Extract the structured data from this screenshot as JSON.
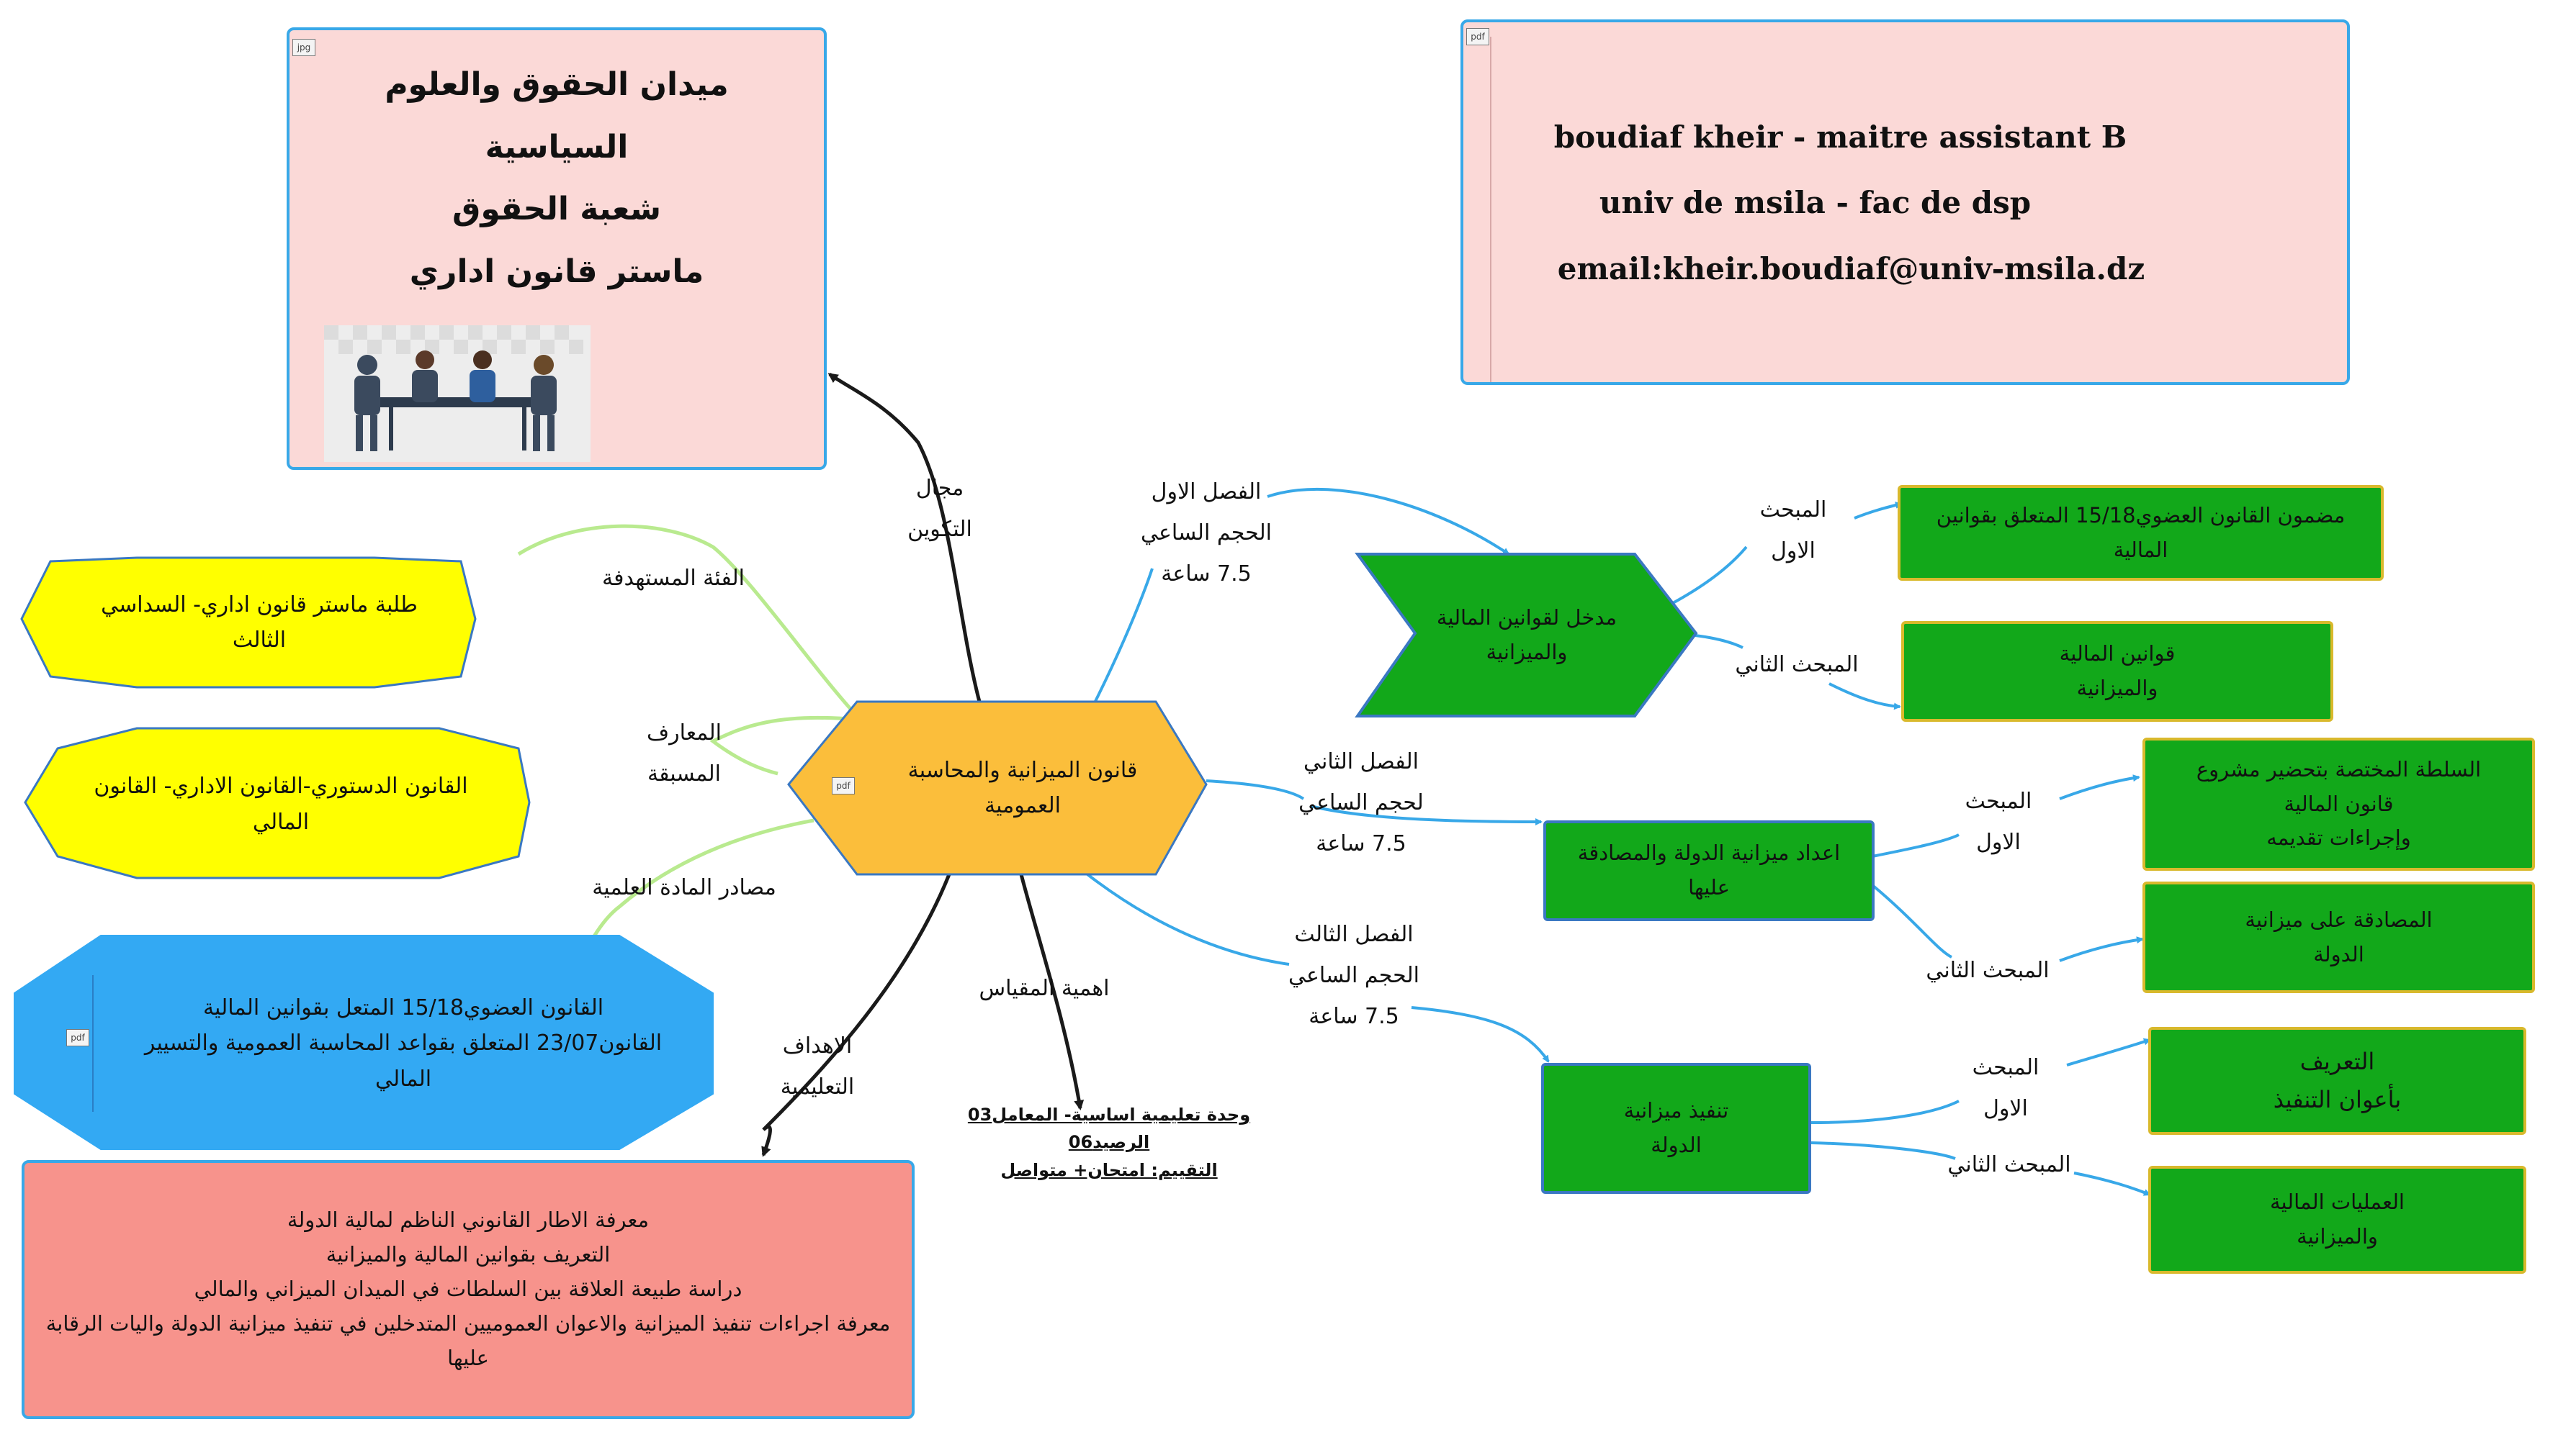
{
  "center": {
    "lines": [
      "قانون الميزانية والمحاسبة",
      "العمومية"
    ],
    "attachment_icon": "pdf-icon"
  },
  "field_box": {
    "lines": [
      "ميدان الحقوق والعلوم",
      "السياسية",
      "شعبة الحقوق",
      "ماستر قانون اداري"
    ],
    "attachment_icon": "jpg-icon",
    "image": "business-meeting-illustration"
  },
  "author_box": {
    "lines": [
      "boudiaf kheir - maitre assistant B",
      "univ de msila - fac de dsp",
      "email:kheir.boudiaf@univ-msila.dz"
    ],
    "attachment_icon": "pdf-icon"
  },
  "branch_labels": {
    "field": [
      "مجال",
      "التكوين"
    ],
    "audience": [
      "الفئة المستهدفة"
    ],
    "prereq": [
      "المعارف",
      "المسبقة"
    ],
    "sources": [
      "مصادر المادة العلمية"
    ],
    "objectives": [
      "الاهداف",
      "التعليمية"
    ],
    "importance": [
      "اهمية المقياس"
    ],
    "ch1": [
      "الفصل الاول",
      "الحجم الساعي",
      "7.5 ساعة"
    ],
    "ch2": [
      "الفصل الثاني",
      "لحجم الساعي",
      "7.5 ساعة"
    ],
    "ch3": [
      "الفصل الثالث",
      "الحجم الساعي",
      "7.5 ساعة"
    ]
  },
  "audience_box": [
    "طلبة ماستر قانون اداري- السداسي",
    "الثالث"
  ],
  "prereq_box": [
    "القانون الدستوري-القانون الاداري- القانون",
    "المالي"
  ],
  "sources_box": {
    "lines": [
      "القانون العضوي15/18 المتعل بقوانين المالية",
      "القانون23/07 المتعلق بقواعد المحاسبة العمومية  والتسيير",
      "المالي"
    ],
    "attachment_icon": "pdf-icon"
  },
  "objectives_box": [
    "معرفة الاطار القانوني الناظم لمالية الدولة",
    "التعريف بقوانين المالية والميزانية",
    "دراسة طبيعة العلاقة بين السلطات في الميدان الميزاني والمالي",
    "معرفة اجراءات تنفيذ الميزانية والاعوان العموميين المتدخلين في تنفيذ ميزانية الدولة واليات الرقابة",
    "عليها"
  ],
  "importance_text": [
    "وحدة تعليمية اساسية- المعامل03",
    "الرصيد06",
    "التقييم: امتحان+ متواصل"
  ],
  "chapter1": {
    "title": [
      "مدخل لقوانين المالية",
      "والميزانية"
    ],
    "s1_label": [
      "المبحث",
      "الاول"
    ],
    "s1_box": [
      "مضمون القانون العضوي15/18  المتعلق بقوانين",
      "المالية"
    ],
    "s2_label": [
      "المبحث الثاني"
    ],
    "s2_box": [
      "قوانين المالية",
      "والميزانية"
    ]
  },
  "chapter2": {
    "title": [
      "اعداد ميزانية الدولة والمصادقة",
      "عليها"
    ],
    "s1_label": [
      "المبحث",
      "الاول"
    ],
    "s1_box": [
      "السلطة المختصة بتحضير مشروع",
      "قانون المالية",
      "وإجراءات تقديمه"
    ],
    "s2_label": [
      "المبحث الثاني"
    ],
    "s2_box": [
      "المصادقة على ميزانية",
      "الدولة"
    ]
  },
  "chapter3": {
    "title": [
      "تنفيذ ميزانية",
      "الدولة"
    ],
    "s1_label": [
      "المبحث",
      "الاول"
    ],
    "s1_box": [
      "التعريف",
      "بأعوان التنفيذ"
    ],
    "s2_label": [
      "المبحث الثاني"
    ],
    "s2_box": [
      "العمليات المالية",
      "والميزانية"
    ]
  },
  "colors": {
    "center": "#fbbe3b",
    "pink": "#fbd9d7",
    "yellow": "#ffff00",
    "blue": "#33a9f3",
    "salmon": "#f7938c",
    "green": "#12a81a",
    "light_green": "#b9ea8f",
    "edge_blue": "#38a8e8",
    "edge_dark": "#1a1a1a"
  }
}
